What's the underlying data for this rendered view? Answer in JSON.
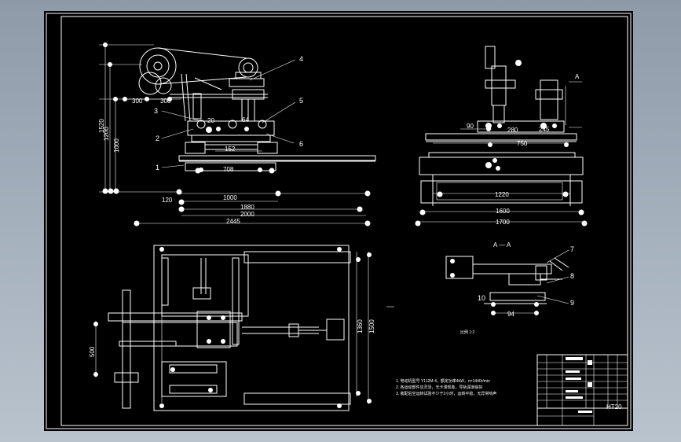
{
  "sheet": {
    "background": "#000000",
    "line_color": "#ffffff"
  },
  "front_view": {
    "dims": {
      "d1520": "1520",
      "d1200": "1200",
      "d1000": "1000",
      "d300a": "300",
      "d300b": "300",
      "d20": "20",
      "d64": "64",
      "d152": "152",
      "d708": "708",
      "d120": "120",
      "d1000h": "1000",
      "d1880": "1880",
      "d2000": "2000",
      "d2445": "2445"
    },
    "parts": {
      "p1": "1",
      "p2": "2",
      "p3": "3",
      "p4": "4",
      "p5": "5",
      "p6": "6"
    }
  },
  "side_view": {
    "section_mark": "A",
    "dims": {
      "d90": "90",
      "d280": "280",
      "d245": "245",
      "d750": "750",
      "d1220": "1220",
      "d1600": "1600",
      "d1700": "1700"
    }
  },
  "plan_view": {
    "dims": {
      "d500": "500",
      "d1360": "1360",
      "d1500": "1500"
    }
  },
  "section_view": {
    "title": "A — A",
    "caption": "比例 1:2",
    "dims": {
      "d94": "94"
    },
    "parts": {
      "p7": "7",
      "p8": "8",
      "p9": "9",
      "p10": "10"
    }
  },
  "notes": {
    "n1": "1. 电动机型号 Y112M-4，额定功率4kW，n=1440r/min",
    "n2": "2. 各运动部件应灵活，无卡滞现象，导轨润滑良好",
    "n3": "3. 装配后空运转试验不少于2小时，运转平稳，无异常响声"
  },
  "title_block": {
    "code": "HT20"
  }
}
